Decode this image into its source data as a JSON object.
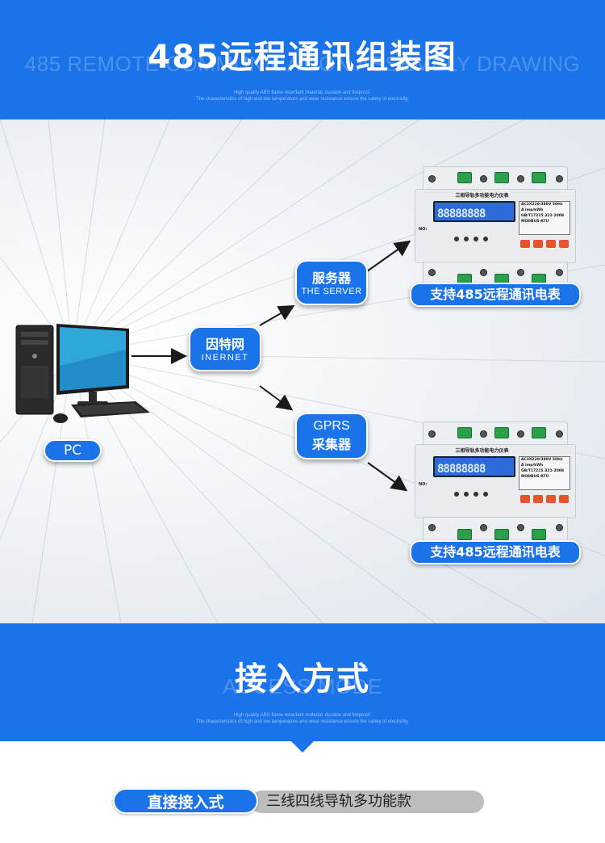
{
  "header": {
    "title": "485远程通讯组装图",
    "subtitle": "485 REMOTE COMMUNICATION ASSEMBLY DRAWING",
    "note1": "High quality ABS flame retardant material, durable and fireproof.",
    "note2": "The characteristics of high and low temperature and wear resistance ensure the safety of electricity."
  },
  "diagram": {
    "pc_label": "PC",
    "internet": {
      "label": "因特网",
      "en": "INERNET"
    },
    "server": {
      "label": "服务器",
      "en": "THE SERVER"
    },
    "gprs": {
      "label1": "GPRS",
      "label2": "采集器"
    },
    "meter_caption": "支持485远程通讯电表",
    "meter": {
      "name": "三相导轨多功能电力仪表",
      "digits": "88888888",
      "spec1": "AC3X220/380V   50Hz",
      "spec2": "A        imp/kWh",
      "spec3": "GB/T17215.321-2008",
      "spec4": "MODBUS-RTU",
      "no": "NO:"
    }
  },
  "section2": {
    "title": "接入方式",
    "subtitle": "ACCESS MODE",
    "note1": "High quality ABS flame retardant material, durable and fireproof.",
    "note2": "The characteristics of high and low temperature and wear resistance ensure the safety of electricity."
  },
  "access": {
    "mode_label": "直接接入式",
    "product_label": "三线四线导轨多功能款"
  },
  "colors": {
    "accent": "#1a73e8",
    "terminal": "#2aa04a",
    "button": "#e8532a"
  }
}
